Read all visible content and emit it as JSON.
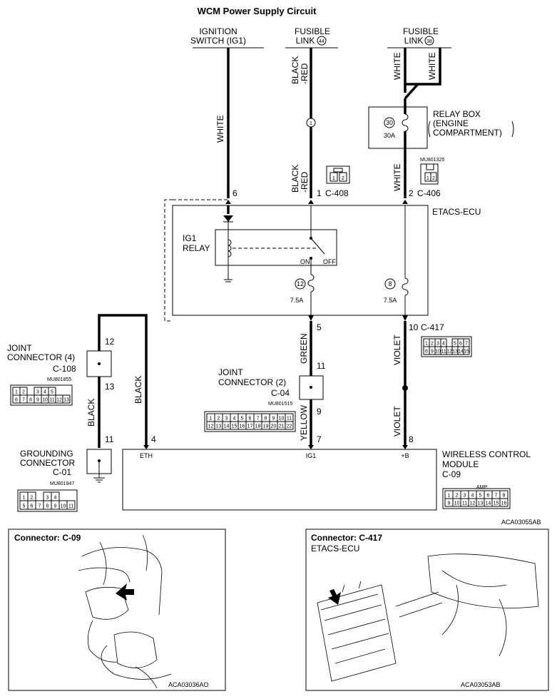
{
  "title": "WCM Power Supply Circuit",
  "sources": {
    "ignition": [
      "IGNITION",
      "SWITCH (IG1)"
    ],
    "fusible_44": [
      "FUSIBLE",
      "LINK",
      "44"
    ],
    "fusible_38": [
      "FUSIBLE",
      "LINK",
      "38"
    ]
  },
  "wires": {
    "white": "WHITE",
    "black_red_1": "BLACK",
    "black_red_2": "-RED",
    "green": "GREEN",
    "yellow": "YELLOW",
    "violet": "VIOLET",
    "black": "BLACK"
  },
  "relay_box": {
    "lines": [
      "RELAY BOX",
      "(ENGINE",
      "COMPARTMENT)"
    ],
    "fuse_no": "30",
    "fuse_amp": "30A"
  },
  "etacs": {
    "name": "ETACS-ECU",
    "relay_label": [
      "IG1",
      "RELAY"
    ],
    "on": "ON",
    "off": "OFF",
    "fuse12_no": "12",
    "fuse12_amp": "7.5A",
    "fuse8_no": "8",
    "fuse8_amp": "7.5A"
  },
  "pins": {
    "p6": "6",
    "p1": "1",
    "p2": "2",
    "p5": "5",
    "p10": "10",
    "p12": "12",
    "p13": "13",
    "p11a": "11",
    "p11b": "11",
    "p9": "9",
    "p11c": "11",
    "p4": "4",
    "p7": "7",
    "p8": "8",
    "circle1": "1"
  },
  "connectors": {
    "c408": "C-408",
    "c406": "C-406",
    "c406_part": "MU801325",
    "c417": "C-417",
    "c108": "C-108",
    "c108_part": "MU801855",
    "c04": "C-04",
    "c04_part": "MU801515",
    "c01": "C-01",
    "c01_part": "MU801847",
    "c09": "C-09",
    "c09_amp": "AMP"
  },
  "joint4": [
    "JOINT",
    "CONNECTOR (4)"
  ],
  "joint2": [
    "JOINT",
    "CONNECTOR (2)"
  ],
  "grounding": [
    "GROUNDING",
    "CONNECTOR"
  ],
  "wcm": {
    "lines": [
      "WIRELESS CONTROL",
      "MODULE"
    ],
    "pins": [
      "ETH",
      "IG1",
      "+B"
    ]
  },
  "grids": {
    "g408": [
      "1",
      "2"
    ],
    "g406": [
      "1",
      "2"
    ],
    "g417_top": [
      "1",
      "2",
      "3",
      "4",
      "",
      "5",
      "6",
      "7"
    ],
    "g417_bot": [
      "8",
      "9",
      "10",
      "11",
      "12",
      "13",
      "14",
      "15"
    ],
    "g108_top": [
      "1",
      "2",
      "",
      "3",
      "4",
      "5"
    ],
    "g108_bot": [
      "6",
      "7",
      "8",
      "9",
      "10",
      "11",
      "12",
      "13"
    ],
    "g04_top": [
      "1",
      "2",
      "3",
      "4",
      "5",
      "6",
      "7",
      "8",
      "9",
      "10",
      "11"
    ],
    "g04_bot": [
      "12",
      "13",
      "14",
      "15",
      "16",
      "17",
      "18",
      "19",
      "20",
      "21",
      "22"
    ],
    "g01_top": [
      "1",
      "2",
      "",
      "3",
      "4"
    ],
    "g01_bot": [
      "5",
      "6",
      "7",
      "8",
      "9",
      "10",
      "11"
    ],
    "g09_top": [
      "1",
      "2",
      "3",
      "4",
      "5",
      "6",
      "7",
      "8"
    ],
    "g09_bot": [
      "9",
      "10",
      "11",
      "12",
      "13",
      "14",
      "15",
      "16"
    ]
  },
  "diagram_code": "ACA03055AB",
  "panel_left": {
    "title": "Connector: C-09",
    "code": "ACA03036AO"
  },
  "panel_right": {
    "title": "Connector: C-417",
    "subtitle": "ETACS-ECU",
    "code": "ACA03053AB"
  }
}
